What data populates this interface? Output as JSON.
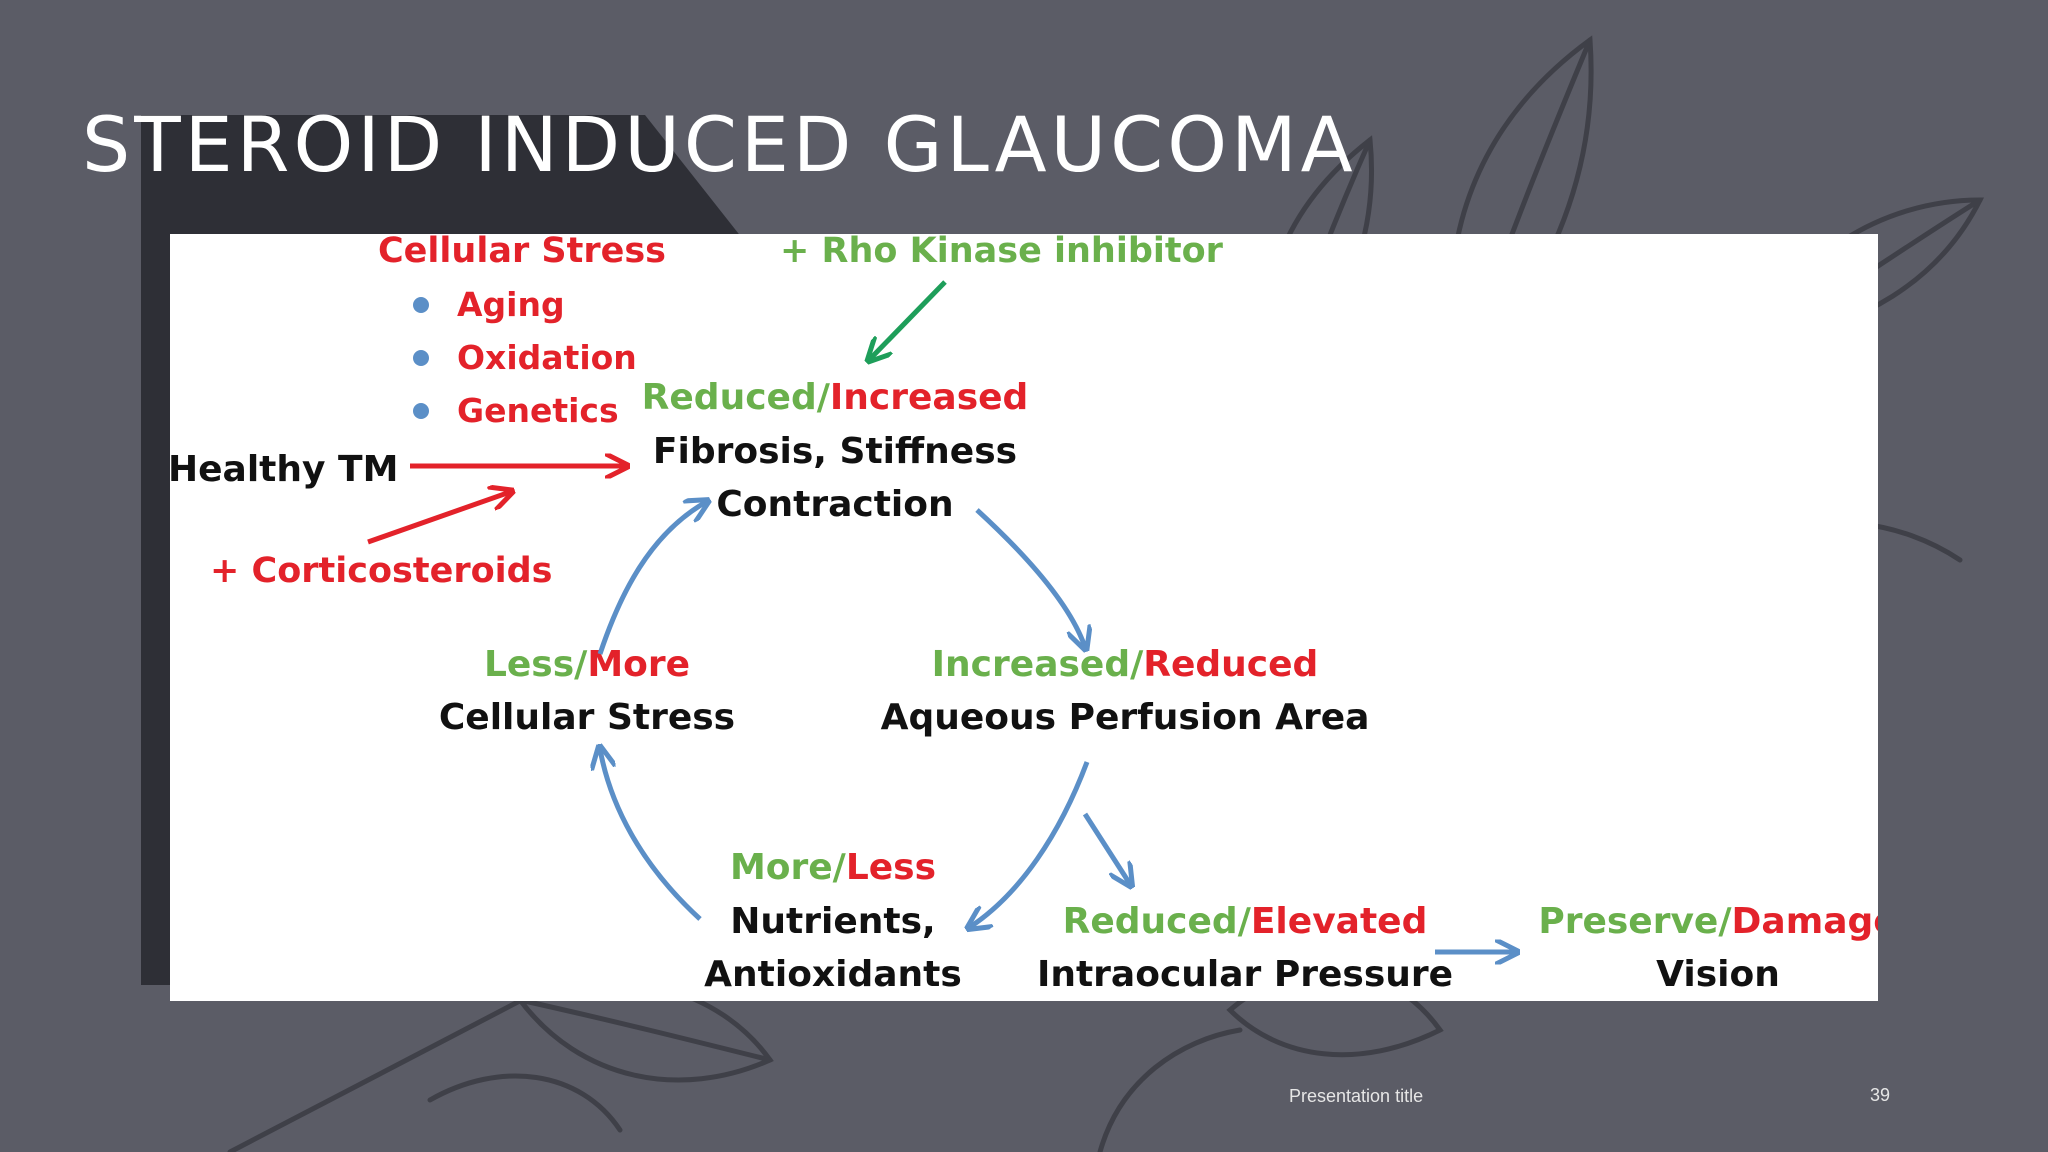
{
  "slide": {
    "title": "STEROID INDUCED GLAUCOMA",
    "footer_title": "Presentation title",
    "page_number": "39"
  },
  "colors": {
    "background": "#5b5c66",
    "panel": "#2e2f36",
    "green": "#6ab04c",
    "red": "#e3222a",
    "blue_arrow": "#5b8fc7",
    "teal_arrow": "#1e9e5a"
  },
  "diagram": {
    "cellular_stress": {
      "heading": "Cellular Stress",
      "items": [
        "Aging",
        "Oxidation",
        "Genetics"
      ]
    },
    "rho_kinase": "+ Rho Kinase inhibitor",
    "healthy_tm": "Healthy TM",
    "corticosteroids": "+ Corticosteroids",
    "fibrosis": {
      "green": "Reduced",
      "slash": "/",
      "red": "Increased",
      "line1": "Fibrosis, Stiffness",
      "line2": "Contraction"
    },
    "perfusion": {
      "green": "Increased",
      "slash": "/",
      "red": "Reduced",
      "line1": "Aqueous Perfusion Area"
    },
    "nutrients": {
      "green": "More",
      "slash": "/",
      "red": "Less",
      "line1": "Nutrients,",
      "line2": "Antioxidants"
    },
    "stress_cycle": {
      "green": "Less",
      "slash": "/",
      "red": "More",
      "line1": "Cellular Stress"
    },
    "pressure": {
      "green": "Reduced",
      "slash": "/",
      "red": "Elevated",
      "line1": "Intraocular Pressure"
    },
    "vision": {
      "green": "Preserve",
      "slash": "/",
      "red": "Damage",
      "line1": "Vision"
    }
  }
}
